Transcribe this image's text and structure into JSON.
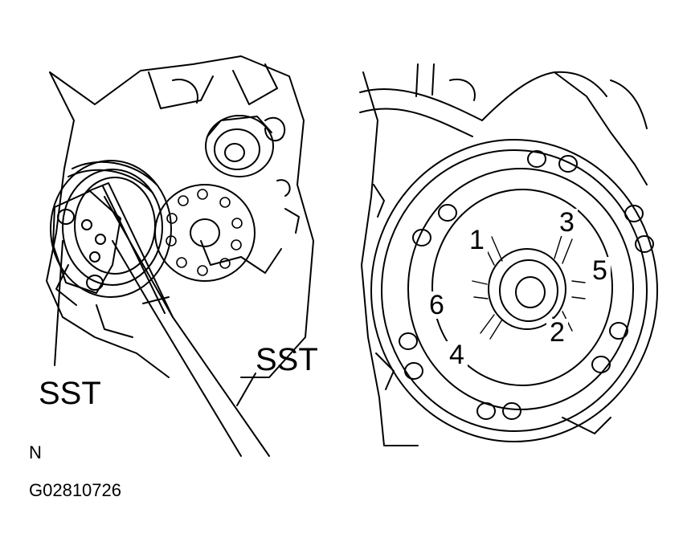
{
  "left_view": {
    "labels": {
      "sst_lower": "SST",
      "sst_right": "SST"
    },
    "corner_letter": "N"
  },
  "right_view": {
    "sequence_numbers": [
      "1",
      "2",
      "3",
      "4",
      "5",
      "6"
    ]
  },
  "figure_code": "G02810726",
  "colors": {
    "line": "#000000",
    "background": "#ffffff"
  }
}
